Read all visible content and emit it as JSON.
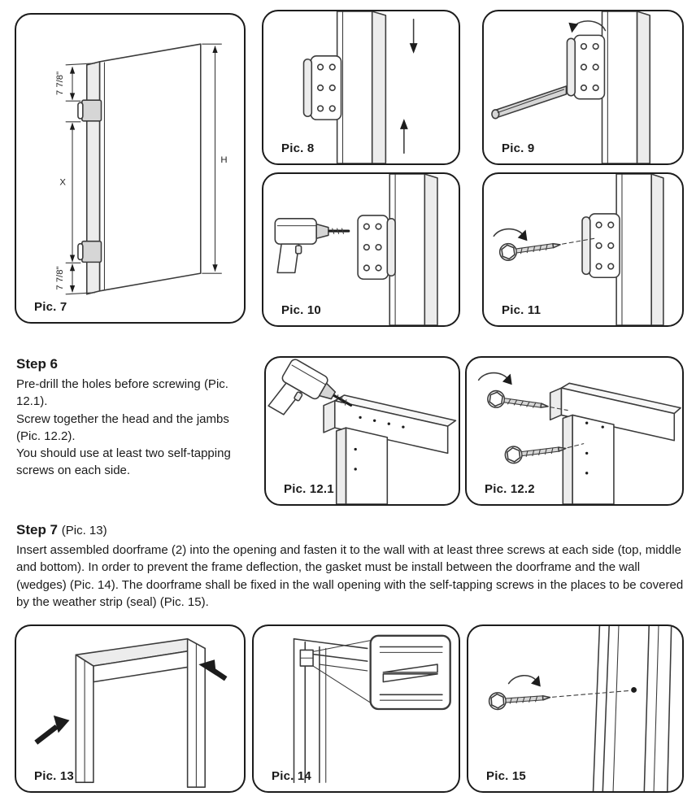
{
  "panels": {
    "pic7": {
      "label": "Pic. 7",
      "dims": {
        "top": "7 7/8\"",
        "middle": "X",
        "height": "H",
        "bottom": "7 7/8\""
      }
    },
    "pic8": {
      "label": "Pic. 8"
    },
    "pic9": {
      "label": "Pic. 9"
    },
    "pic10": {
      "label": "Pic. 10"
    },
    "pic11": {
      "label": "Pic. 11"
    },
    "pic12_1": {
      "label": "Pic. 12.1"
    },
    "pic12_2": {
      "label": "Pic. 12.2"
    },
    "pic13": {
      "label": "Pic. 13"
    },
    "pic14": {
      "label": "Pic. 14"
    },
    "pic15": {
      "label": "Pic. 15"
    }
  },
  "step6": {
    "title": "Step 6",
    "body": "Pre-drill the holes before screwing (Pic. 12.1).\nScrew together the head and the jambs\n(Pic. 12.2).\nYou should use at least two self-tapping\nscrews on each side."
  },
  "step7": {
    "title": "Step 7",
    "title_note": "(Pic. 13)",
    "body": "Insert assembled doorframe (2) into the opening and fasten it to the wall with at least three screws at each side (top, middle and bottom). In order to prevent the frame deflection, the gasket must be install between the doorframe and the wall (wedges) (Pic. 14). The doorframe shall be fixed in the wall opening with the self-tapping screws in the places to be covered by the weather strip (seal) (Pic. 15)."
  }
}
